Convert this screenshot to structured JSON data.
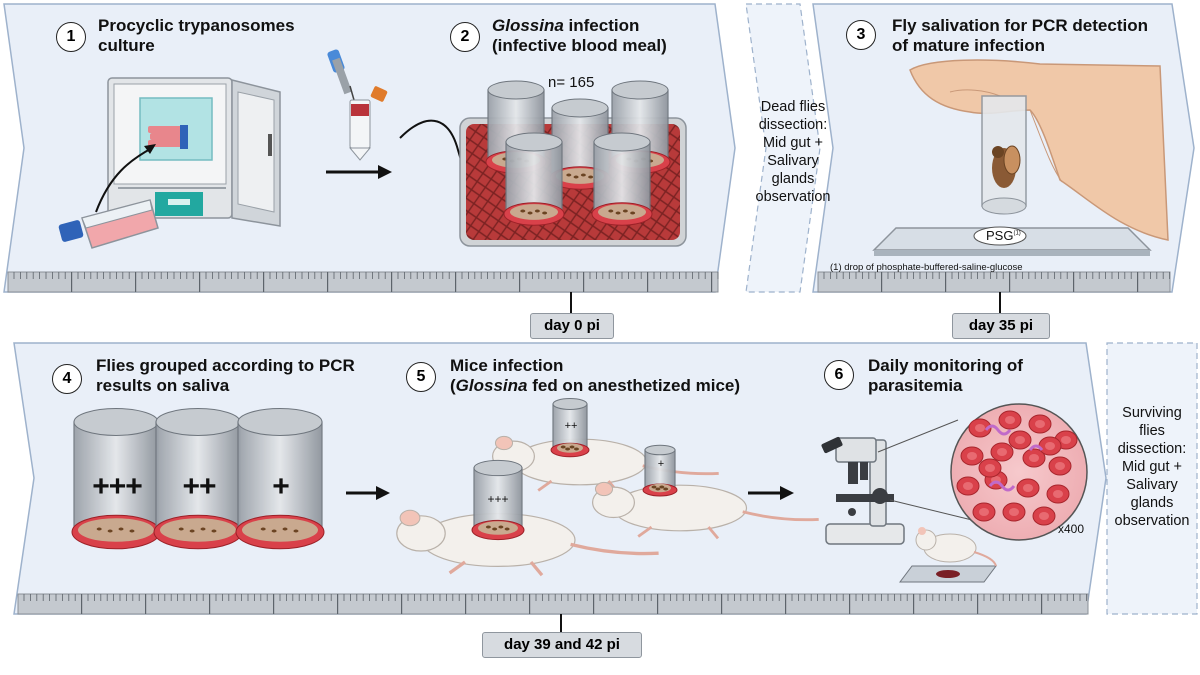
{
  "steps": [
    {
      "num": "1",
      "title_line1": "Procyclic trypanosomes",
      "title_line2": "culture"
    },
    {
      "num": "2",
      "title_italic": "Glossina",
      "title_rest": " infection",
      "title_line2": "(infective blood meal)"
    },
    {
      "num": "3",
      "title_line1": "Fly salivation for PCR detection",
      "title_line2": "of mature infection"
    },
    {
      "num": "4",
      "title_line1": "Flies grouped according to PCR",
      "title_line2": "results on saliva"
    },
    {
      "num": "5",
      "title_line1": "Mice infection",
      "title_line2_pre": "(",
      "title_line2_italic": "Glossina",
      "title_line2_post": " fed on anesthetized mice)"
    },
    {
      "num": "6",
      "title_line1": "Daily monitoring of",
      "title_line2": "parasitemia"
    }
  ],
  "sample_size": "n= 165",
  "dead_flies_note": [
    "Dead flies",
    "dissection:",
    "Mid gut +",
    "Salivary",
    "glands",
    "observation"
  ],
  "surviving_flies_note": [
    "Surviving",
    "flies",
    "dissection:",
    "Mid gut +",
    "Salivary",
    "glands",
    "observation"
  ],
  "psg_label": "PSG",
  "psg_superscript": "(1)",
  "footnote": "(1) drop of phosphate-buffered-saline-glucose",
  "days": {
    "d0": "day 0 pi",
    "d35": "day 35 pi",
    "d39": "day 39 and 42 pi"
  },
  "pcr_groups": [
    "+++",
    "++",
    "+"
  ],
  "mouse_cups": [
    "++",
    "+",
    "+++"
  ],
  "magnification": "x400",
  "colors": {
    "panel": "#e9eff8",
    "panel_edge": "#9eb2cc",
    "ruler": "#c4c9cf",
    "tray": "#b83a3a",
    "cup_rim": "#d9414a",
    "rbc": "#d9414a"
  }
}
